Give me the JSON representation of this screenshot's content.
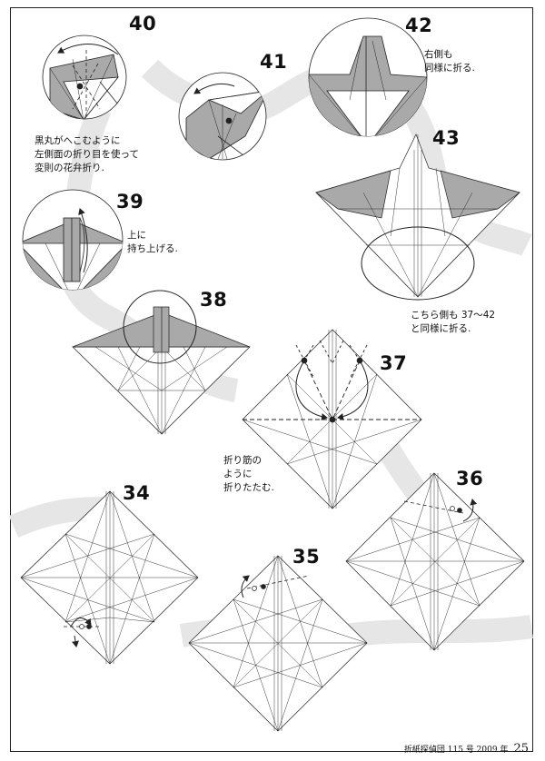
{
  "steps": {
    "s34": "34",
    "s35": "35",
    "s36": "36",
    "s37": "37",
    "s38": "38",
    "s39": "39",
    "s40": "40",
    "s41": "41",
    "s42": "42",
    "s43": "43"
  },
  "notes": {
    "n40": "黒丸がへこむように\n左側面の折り目を使って\n変則の花弁折り.",
    "n39": "上に\n持ち上げる.",
    "n42": "右側も\n同様に折る.",
    "n43": "こちら側も 37～42\nと同様に折る.",
    "n37": "折り筋の\nように\n折りたたむ."
  },
  "footer": {
    "journal": "折紙探偵団 115 号 2009 年",
    "page": "25"
  },
  "colors": {
    "shade": "#a9a9a9",
    "path": "#e4e4e4",
    "line": "#222222"
  }
}
